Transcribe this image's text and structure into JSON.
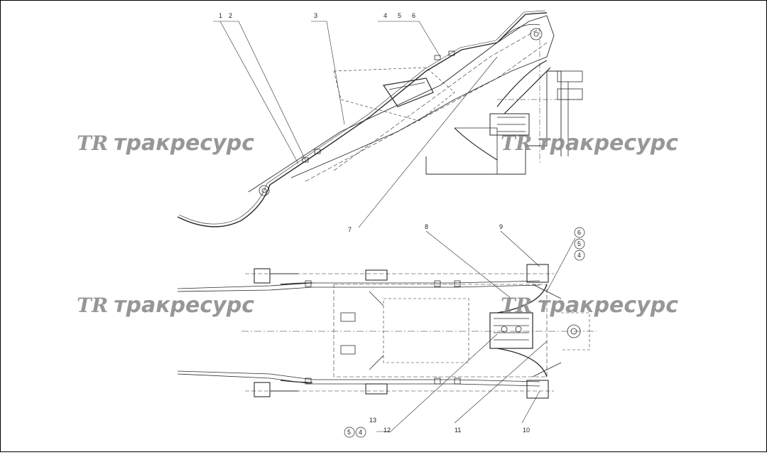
{
  "watermark": {
    "logo": "TR",
    "text": "тракресурс"
  },
  "callouts": {
    "c1": "1",
    "c2": "2",
    "c3": "3",
    "c4": "4",
    "c5": "5",
    "c6": "6",
    "c7": "7",
    "c8": "8",
    "c9": "9",
    "c10": "10",
    "c11": "11",
    "c12": "12",
    "c13": "13",
    "c6b": "6",
    "c5b": "5",
    "c4b": "4",
    "c5c": "5",
    "c4c": "4"
  },
  "colors": {
    "line": "#2a2a2a",
    "watermark": "#8c8c8c",
    "frame": "#000000"
  }
}
